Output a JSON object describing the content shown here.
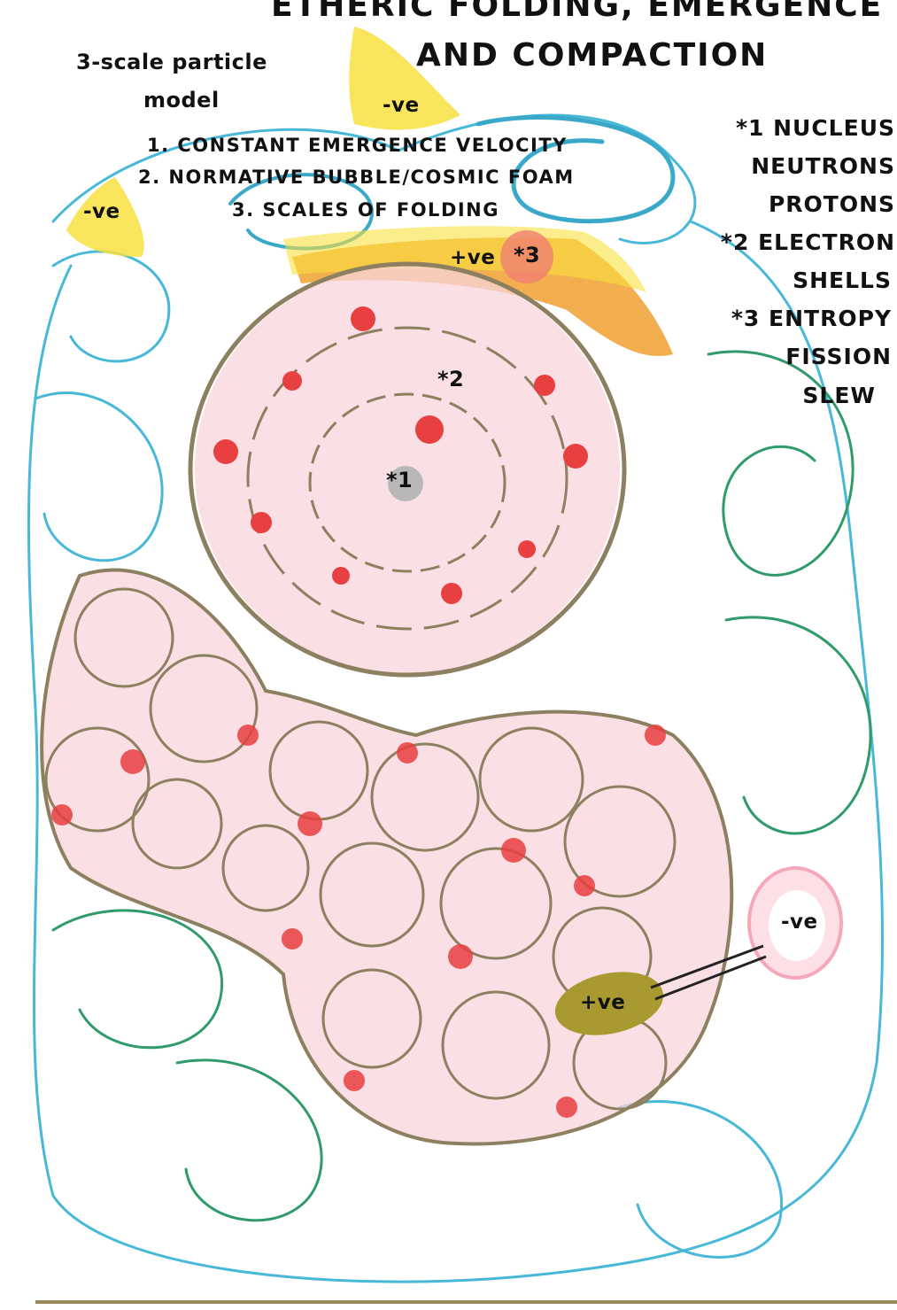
{
  "title": {
    "line1": "ETHERIC FOLDING, EMERGENCE",
    "line2": "AND COMPACTION"
  },
  "model_label": {
    "line1": "3-scale particle",
    "line2": "model"
  },
  "principles": [
    "1. CONSTANT EMERGENCE VELOCITY",
    "2. NORMATIVE BUBBLE/COSMIC FOAM",
    "3. SCALES OF FOLDING"
  ],
  "legend": [
    "*1  NUCLEUS",
    "NEUTRONS",
    "PROTONS",
    "*2  ELECTRON",
    "SHELLS",
    "*3  ENTROPY",
    "FISSION",
    "SLEW"
  ],
  "charge_tags": {
    "neg_top": "-ve",
    "neg_left": "-ve",
    "pos_top": "+ve",
    "neg_right": "-ve",
    "pos_bottom": "+ve"
  },
  "markers": {
    "m1": "*1",
    "m2": "*2",
    "m3": "*3"
  },
  "colors": {
    "ether_blue": "#48b8d8",
    "ether_green": "#2f9a6a",
    "fold_brown": "#8c8060",
    "core_red": "#e84040",
    "shell_pink": "#f4b8c4",
    "entropy_yellow": "#f8e040",
    "entropy_orange": "#f0a030"
  }
}
